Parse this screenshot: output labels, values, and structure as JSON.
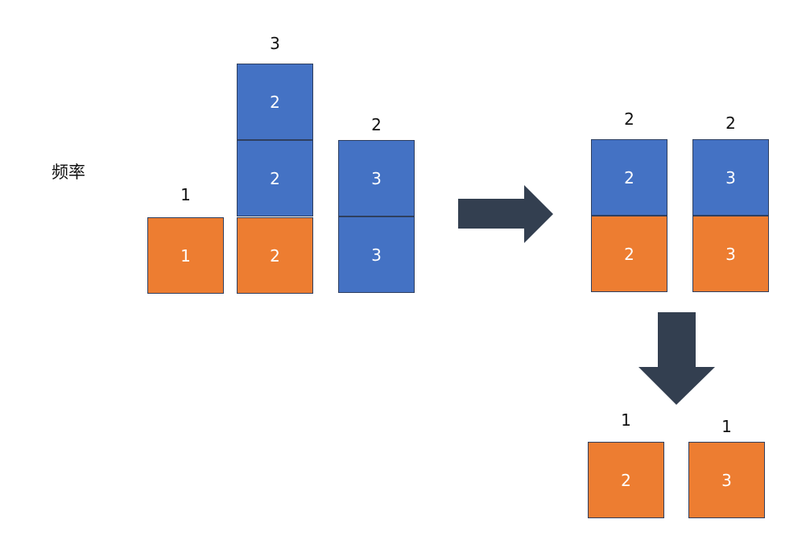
{
  "axis_label": "频率",
  "colors": {
    "blue": "#4472C4",
    "orange": "#ED7D31",
    "arrow": "#333F50"
  },
  "left": {
    "columns": [
      {
        "count": "1",
        "boxes": [
          "1"
        ]
      },
      {
        "count": "3",
        "boxes": [
          "2",
          "2",
          "2"
        ]
      },
      {
        "count": "2",
        "boxes": [
          "3",
          "3"
        ]
      }
    ]
  },
  "middle": {
    "columns": [
      {
        "count": "2",
        "boxes": [
          "2",
          "2"
        ]
      },
      {
        "count": "2",
        "boxes": [
          "3",
          "3"
        ]
      }
    ]
  },
  "bottom": {
    "columns": [
      {
        "count": "1",
        "boxes": [
          "2"
        ]
      },
      {
        "count": "1",
        "boxes": [
          "3"
        ]
      }
    ]
  }
}
